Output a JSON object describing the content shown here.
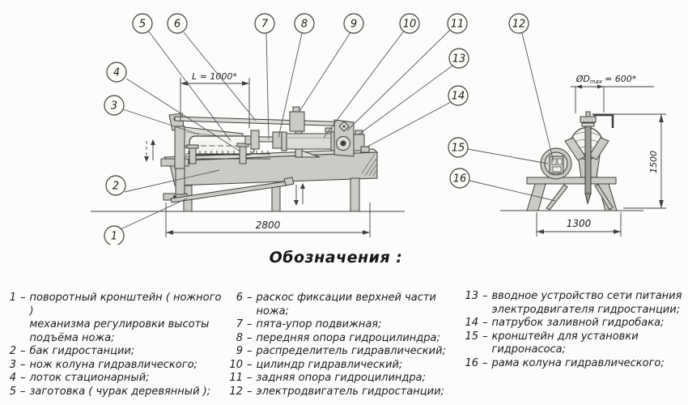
{
  "drawing": {
    "callouts": [
      "1",
      "2",
      "3",
      "4",
      "5",
      "6",
      "7",
      "8",
      "9",
      "10",
      "11",
      "12",
      "13",
      "14",
      "15",
      "16"
    ],
    "dims": {
      "blade_length": "L = 1000*",
      "overall_length": "2800",
      "log_diameter_prefix": "ØD",
      "log_diameter_sub": "max",
      "log_diameter_rest": "= 600*",
      "height": "1500",
      "base_width": "1300"
    }
  },
  "legend": {
    "title": "Обозначения :",
    "columns": [
      [
        {
          "num": "1",
          "text": "поворотный кронштейн ( ножного )\nмеханизма регулировки высоты\nподъёма ножа;"
        },
        {
          "num": "2",
          "text": "бак гидростанции;"
        },
        {
          "num": "3",
          "text": "нож колуна гидравлического;"
        },
        {
          "num": "4",
          "text": "лоток стационарный;"
        },
        {
          "num": "5",
          "text": "заготовка ( чурак деревянный );"
        }
      ],
      [
        {
          "num": "6",
          "text": "раскос фиксации верхней части ножа;"
        },
        {
          "num": "7",
          "text": "пята-упор подвижная;"
        },
        {
          "num": "8",
          "text": "передняя опора гидроцилиндра;"
        },
        {
          "num": "9",
          "text": "распределитель гидравлический;"
        },
        {
          "num": "10",
          "text": "цилиндр гидравлический;"
        },
        {
          "num": "11",
          "text": "задняя опора гидроцилиндра;"
        },
        {
          "num": "12",
          "text": "электродвигатель гидростанции;"
        }
      ],
      [
        {
          "num": "13",
          "text": "вводное устройство сети питания\nэлектродвигателя гидростанции;"
        },
        {
          "num": "14",
          "text": "патрубок заливной гидробака;"
        },
        {
          "num": "15",
          "text": "кронштейн для установки\nгидронасоса;"
        },
        {
          "num": "16",
          "text": "рама колуна гидравлического;"
        }
      ]
    ]
  }
}
